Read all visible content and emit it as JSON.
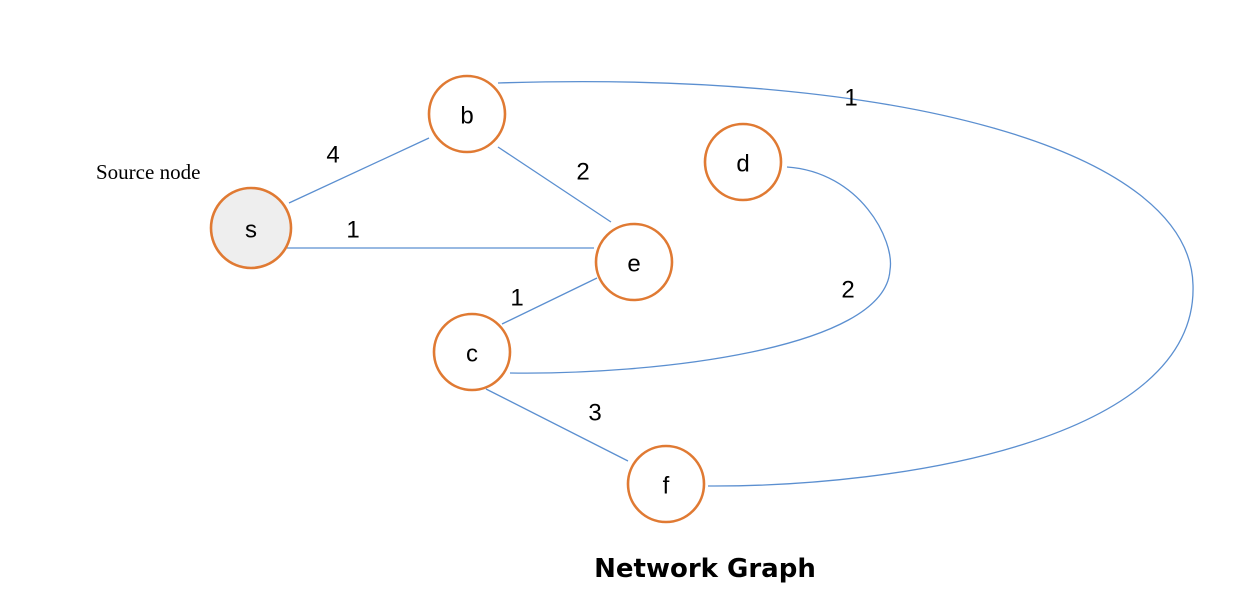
{
  "title": "Network Graph",
  "annotation": "Source node",
  "colors": {
    "node_border": "#e07a33",
    "edge": "#5b8fd0",
    "source_fill": "#eeeeee",
    "node_fill": "#ffffff"
  },
  "nodes": [
    {
      "id": "s",
      "label": "s",
      "source": true
    },
    {
      "id": "b",
      "label": "b",
      "source": false
    },
    {
      "id": "d",
      "label": "d",
      "source": false
    },
    {
      "id": "e",
      "label": "e",
      "source": false
    },
    {
      "id": "c",
      "label": "c",
      "source": false
    },
    {
      "id": "f",
      "label": "f",
      "source": false
    }
  ],
  "edges": [
    {
      "from": "s",
      "to": "b",
      "weight": "4"
    },
    {
      "from": "s",
      "to": "e",
      "weight": "1"
    },
    {
      "from": "b",
      "to": "e",
      "weight": "2"
    },
    {
      "from": "e",
      "to": "c",
      "weight": "1"
    },
    {
      "from": "c",
      "to": "f",
      "weight": "3"
    },
    {
      "from": "d",
      "to": "c",
      "weight": "2"
    },
    {
      "from": "b",
      "to": "f",
      "weight": "1"
    }
  ]
}
